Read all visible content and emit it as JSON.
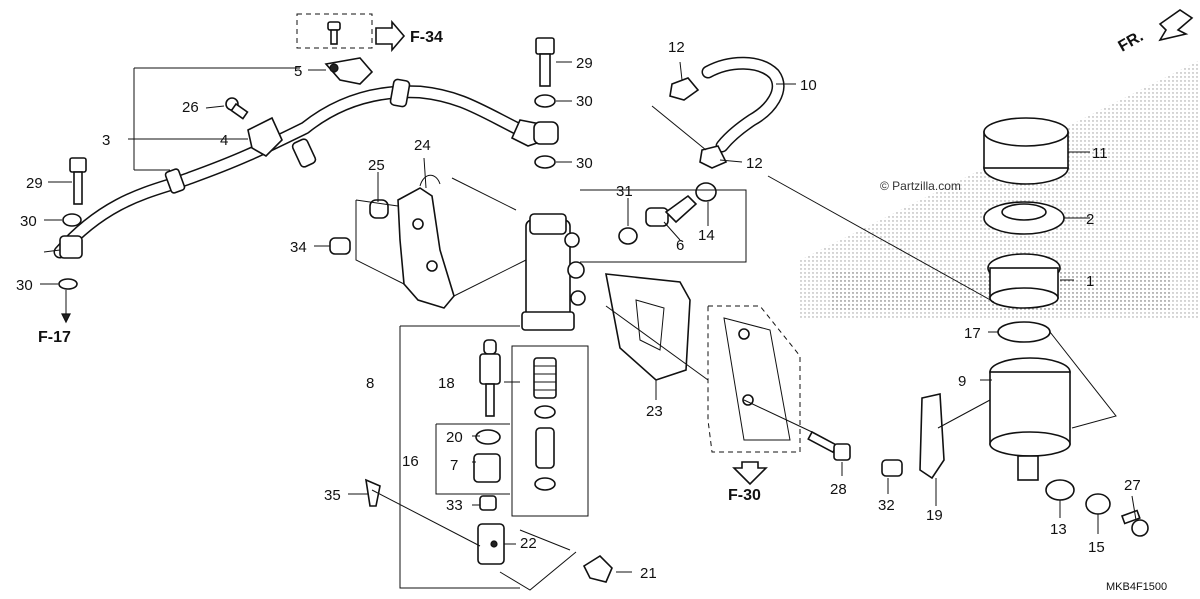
{
  "diagram": {
    "callouts": [
      "1",
      "2",
      "3",
      "4",
      "5",
      "6",
      "7",
      "8",
      "9",
      "10",
      "11",
      "12",
      "12",
      "13",
      "14",
      "15",
      "16",
      "17",
      "18",
      "19",
      "20",
      "21",
      "22",
      "23",
      "24",
      "25",
      "26",
      "27",
      "28",
      "29",
      "29",
      "30",
      "30",
      "30",
      "30",
      "31",
      "32",
      "33",
      "34",
      "35"
    ],
    "refs": {
      "f34": "F-34",
      "f17": "F-17",
      "f30": "F-30",
      "front": "FR."
    },
    "watermark": "© Partzilla.com",
    "diagram_code": "MKB4F1500"
  }
}
